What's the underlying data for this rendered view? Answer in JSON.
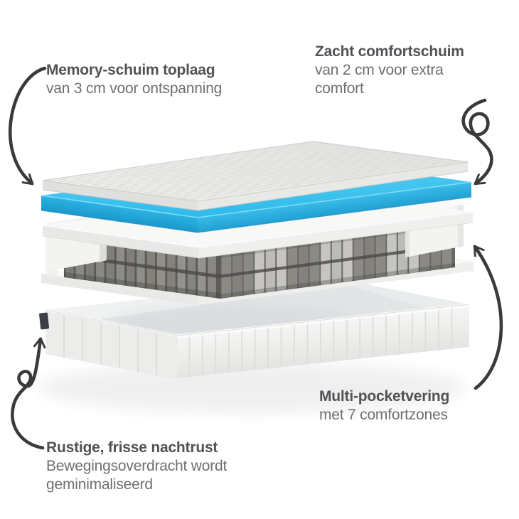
{
  "page": {
    "background": "#ffffff",
    "description_of_graphic": "Exploded-view mattress layer diagram with four annotations and hand-drawn arrows"
  },
  "labels": {
    "top_left": {
      "title": "Memory-schuim toplaag",
      "description": "van 3 cm voor ontspanning"
    },
    "top_right": {
      "title": "Zacht comfortschuim",
      "description": "van 2 cm voor extra comfort"
    },
    "bottom_right": {
      "title": "Multi-pocketvering",
      "description": "met 7 comfortzones"
    },
    "bottom_left": {
      "title": "Rustige, frisse nachtrust",
      "description": "Bewegingsoverdracht wordt geminimaliseerd"
    }
  },
  "colors": {
    "heading_text": "#525256",
    "body_text": "#6f6f72",
    "arrow": "#3a3a3c",
    "memory_foam_top": "#3ec4ee",
    "memory_foam_front": "#1ea6d8",
    "spring_pocket_dark": "#8b8a85",
    "spring_pocket_light": "#c6c5c1",
    "foam_white": "#f6f6f5",
    "base_tag": "#3a3f45"
  }
}
